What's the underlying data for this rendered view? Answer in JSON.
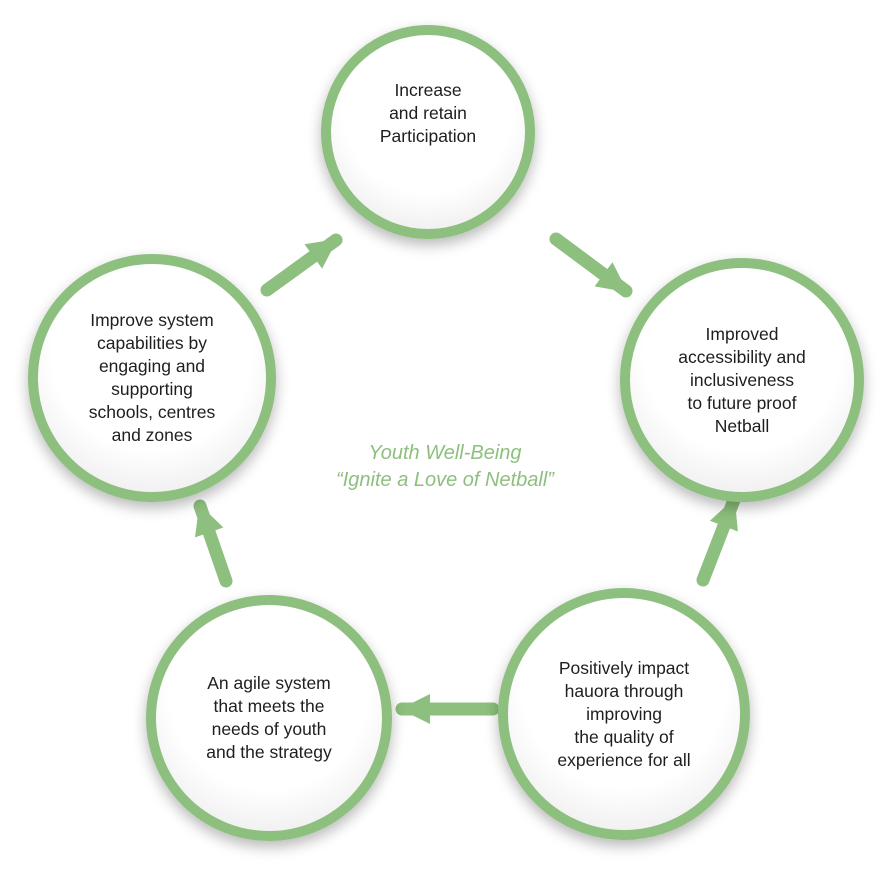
{
  "colors": {
    "ring": "#8dbf7e",
    "arrow": "#8dbf7e",
    "center_text": "#8dbf7e",
    "node_text": "#1e1e1e"
  },
  "center": {
    "line1": "Youth Well-Being",
    "line2": "“Ignite a Love of Netball”"
  },
  "nodes": {
    "top": "Increase\nand retain\nParticipation",
    "right": "Improved\naccessibility and\ninclusiveness\nto future proof\nNetball",
    "bottom_right": "Positively impact\nhauora through\nimproving\nthe quality of\nexperience for all",
    "bottom_left": "An agile system\nthat meets the\nneeds of youth\nand the strategy",
    "left": "Improve system\ncapabilities by\nengaging and\nsupporting\nschools, centres\nand zones"
  }
}
